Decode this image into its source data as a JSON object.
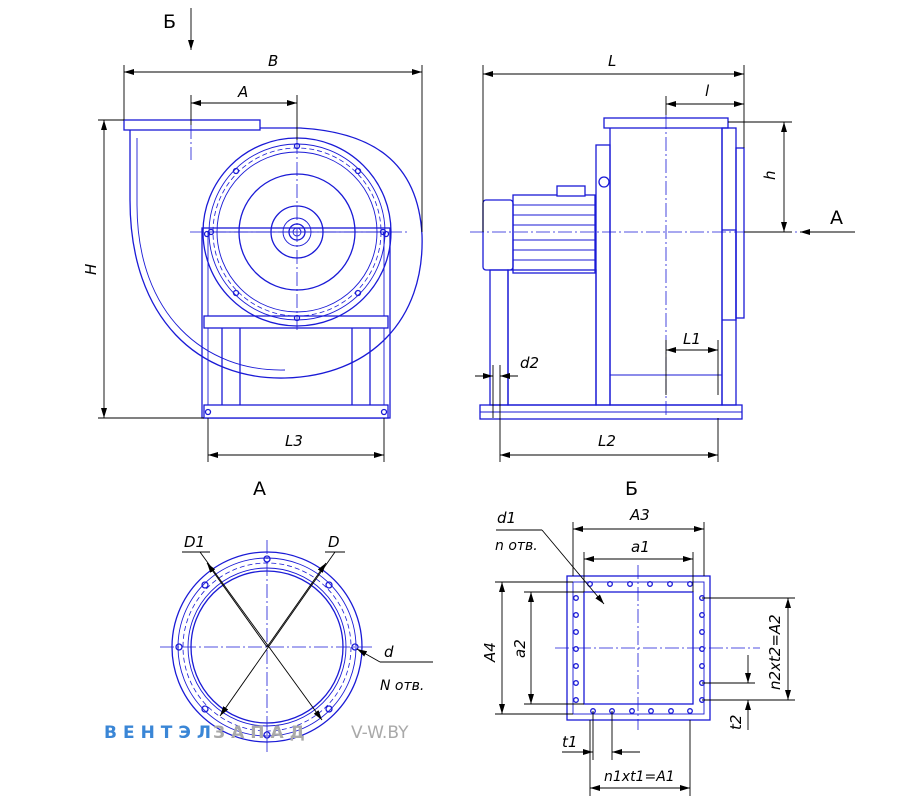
{
  "views": {
    "section_b": "Б",
    "section_a": "А",
    "view_a_title": "А",
    "view_b_title": "Б",
    "arrow_a": "А"
  },
  "dimensions": {
    "B": "B",
    "A": "A",
    "H": "H",
    "L3": "L3",
    "L": "L",
    "l": "l",
    "h": "h",
    "L1": "L1",
    "d2": "d2",
    "L2": "L2",
    "D1": "D1",
    "D": "D",
    "d": "d",
    "N_otv": "N отв.",
    "d1": "d1",
    "n_otv": "n отв.",
    "A3": "A3",
    "a1": "a1",
    "A4": "A4",
    "a2": "a2",
    "n2xt2": "n2xt2=A2",
    "t2": "t2",
    "t1": "t1",
    "n1xt1": "n1xt1=A1"
  },
  "watermark": {
    "brand_part1": "ВЕНТЭЛ",
    "brand_part2": "ЗАПАД",
    "site": "V-W.BY",
    "color_part1": "#3a86d6",
    "color_part2": "#a9a9a9"
  }
}
